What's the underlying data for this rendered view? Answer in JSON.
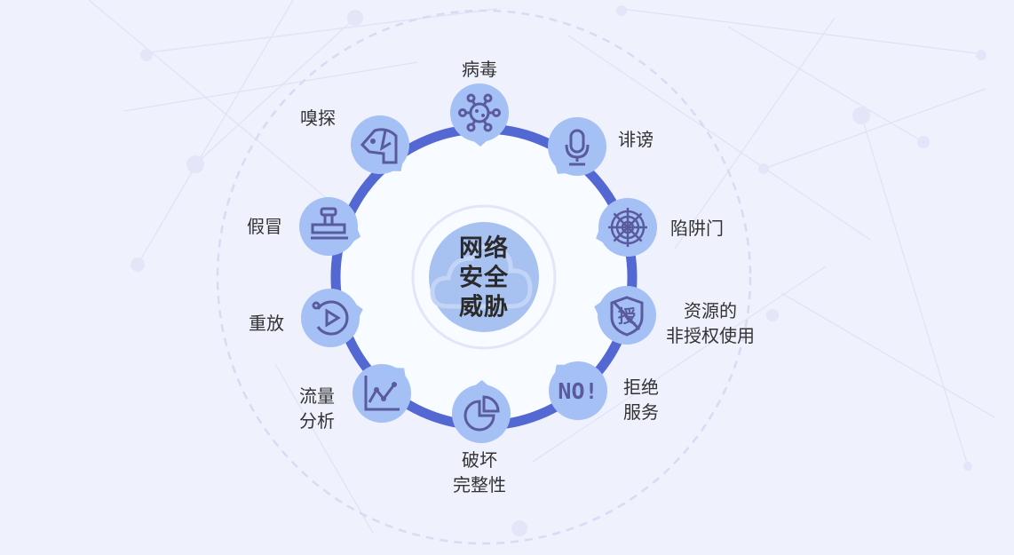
{
  "center": {
    "lines": [
      "网络",
      "安全",
      "威胁"
    ]
  },
  "threats": [
    {
      "id": "virus",
      "icon": "virus-icon",
      "lines": [
        "病毒"
      ]
    },
    {
      "id": "slander",
      "icon": "microphone-icon",
      "lines": [
        "诽谤"
      ]
    },
    {
      "id": "trapdoor",
      "icon": "spider-web-icon",
      "lines": [
        "陷阱门"
      ]
    },
    {
      "id": "unauthorized",
      "icon": "shield-unauthorized-icon",
      "icon_text": "授",
      "lines": [
        "资源的",
        "非授权使用"
      ]
    },
    {
      "id": "dos",
      "icon": "no-icon",
      "icon_text": "NO!",
      "lines": [
        "拒绝",
        "服务"
      ]
    },
    {
      "id": "integrity",
      "icon": "pie-chart-icon",
      "lines": [
        "破坏",
        "完整性"
      ]
    },
    {
      "id": "traffic",
      "icon": "line-chart-icon",
      "lines": [
        "流量",
        "分析"
      ]
    },
    {
      "id": "replay",
      "icon": "replay-icon",
      "lines": [
        "重放"
      ]
    },
    {
      "id": "spoofing",
      "icon": "stamp-icon",
      "lines": [
        "假冒"
      ]
    },
    {
      "id": "sniffing",
      "icon": "dog-icon",
      "lines": [
        "嗅探"
      ]
    }
  ],
  "colors": {
    "ring": "#5468d4",
    "node": "#a4c0f4",
    "icon": "#5a5a9e",
    "background": "#eff1fc"
  }
}
